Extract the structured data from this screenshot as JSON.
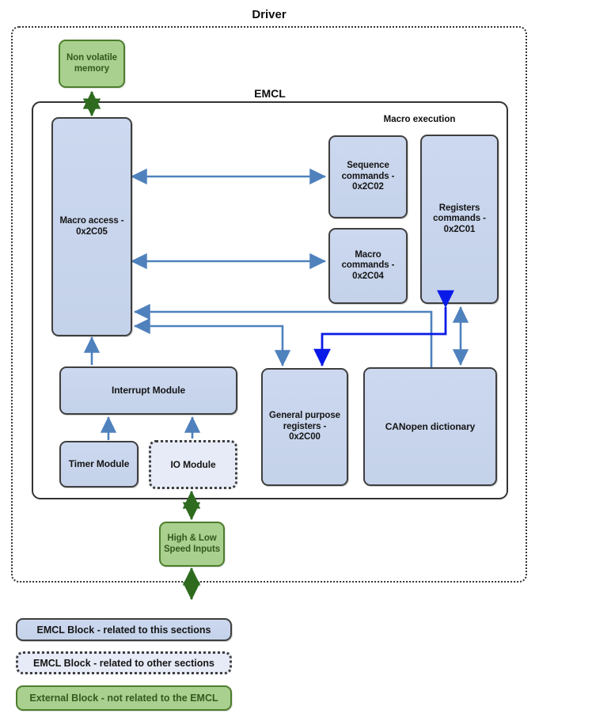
{
  "diagram": {
    "title": "Driver",
    "inner_title": "EMCL",
    "section_title": "Macro execution"
  },
  "blocks": {
    "non_volatile_memory": "Non volatile memory",
    "macro_access": "Macro access - 0x2C05",
    "sequence_commands": "Sequence commands - 0x2C02",
    "macro_commands": "Macro commands - 0x2C04",
    "registers_commands": "Registers commands - 0x2C01",
    "interrupt_module": "Interrupt Module",
    "timer_module": "Timer Module",
    "io_module": "IO Module",
    "general_purpose_registers": "General purpose registers - 0x2C00",
    "canopen_dictionary": "CANopen dictionary",
    "high_low_speed_inputs": "High & Low Speed Inputs"
  },
  "block_lines": {
    "non_volatile_memory": [
      "Non volatile",
      "memory"
    ],
    "macro_access": [
      "Macro access -",
      "0x2C05"
    ],
    "sequence_commands": [
      "Sequence",
      "commands -",
      "0x2C02"
    ],
    "macro_commands": [
      "Macro",
      "commands -",
      "0x2C04"
    ],
    "registers_commands": [
      "Registers",
      "commands -",
      "0x2C01"
    ],
    "interrupt_module": [
      "Interrupt Module"
    ],
    "timer_module": [
      "Timer Module"
    ],
    "io_module": [
      "IO Module"
    ],
    "general_purpose_registers": [
      "General purpose",
      "registers -",
      "0x2C00"
    ],
    "canopen_dictionary": [
      "CANopen dictionary"
    ],
    "high_low_speed_inputs": [
      "High & Low",
      "Speed Inputs"
    ]
  },
  "legend": {
    "items": [
      {
        "label": "EMCL Block - related to this sections",
        "style": "blue-solid"
      },
      {
        "label": "EMCL Block - related to other sections",
        "style": "blue-dotted"
      },
      {
        "label": "External Block - not related to the EMCL",
        "style": "green-solid"
      }
    ]
  },
  "colors": {
    "block_blue_fill": "#ccd8ef",
    "block_blue_border": "#3f3f3f",
    "block_blue_dotted_fill": "#e7ebf7",
    "block_green_fill": "#a9d08e",
    "block_green_border": "#4c7d2d",
    "block_green_text": "#35591f",
    "arrow_blue_light": "#4f81bd",
    "arrow_blue_dark": "#0a1ae8",
    "arrow_green": "#2e6b1f",
    "container_border": "#333333",
    "text_dark": "#151515"
  },
  "connections": [
    {
      "from": "non_volatile_memory",
      "to": "macro_access",
      "color": "green",
      "bidirectional": true
    },
    {
      "from": "macro_access",
      "to": "sequence_commands",
      "color": "blue-light",
      "bidirectional": true
    },
    {
      "from": "macro_access",
      "to": "macro_commands",
      "color": "blue-light",
      "bidirectional": true
    },
    {
      "from": "canopen_dictionary",
      "to": "macro_access",
      "color": "blue-light",
      "bidirectional": false
    },
    {
      "from": "macro_access",
      "to": "general_purpose_registers",
      "color": "blue-light",
      "bidirectional": false
    },
    {
      "from": "registers_commands",
      "to": "general_purpose_registers",
      "color": "blue-dark",
      "bidirectional": false
    },
    {
      "from": "registers_commands",
      "to": "canopen_dictionary",
      "color": "blue-light",
      "bidirectional": true
    },
    {
      "from": "interrupt_module",
      "to": "macro_access",
      "color": "blue-light",
      "bidirectional": false
    },
    {
      "from": "timer_module",
      "to": "interrupt_module",
      "color": "blue-light",
      "bidirectional": false
    },
    {
      "from": "io_module",
      "to": "interrupt_module",
      "color": "blue-light",
      "bidirectional": false
    },
    {
      "from": "io_module",
      "to": "high_low_speed_inputs",
      "color": "green",
      "bidirectional": true
    },
    {
      "from": "high_low_speed_inputs",
      "to": "external",
      "color": "green",
      "bidirectional": true
    }
  ]
}
